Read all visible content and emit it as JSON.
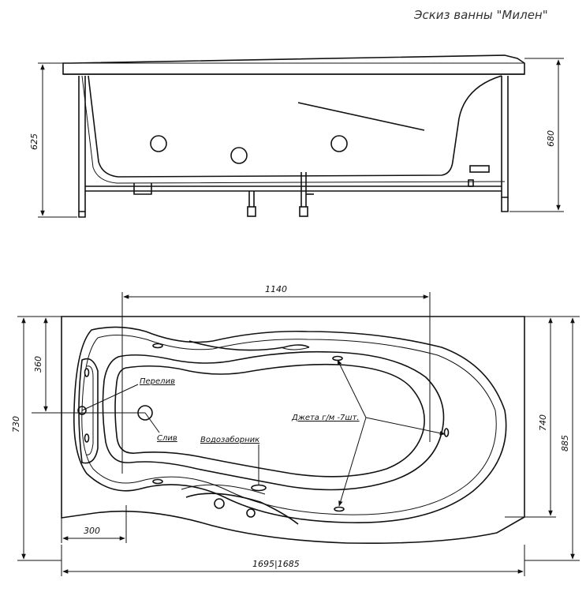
{
  "title": "Эскиз ванны \"Милен\"",
  "side_view": {
    "dim_left": "625",
    "dim_right": "680"
  },
  "top_view": {
    "dim_top": "1140",
    "dim_left_outer": "730",
    "dim_left_inner": "360",
    "dim_bottom_left": "300",
    "dim_bottom": "1695|1685",
    "dim_right_inner": "740",
    "dim_right_outer": "885",
    "label_overflow": "Перелив",
    "label_drain": "Слив",
    "label_intake": "Водозаборник",
    "label_jets": "Джета г/м -7шт."
  }
}
